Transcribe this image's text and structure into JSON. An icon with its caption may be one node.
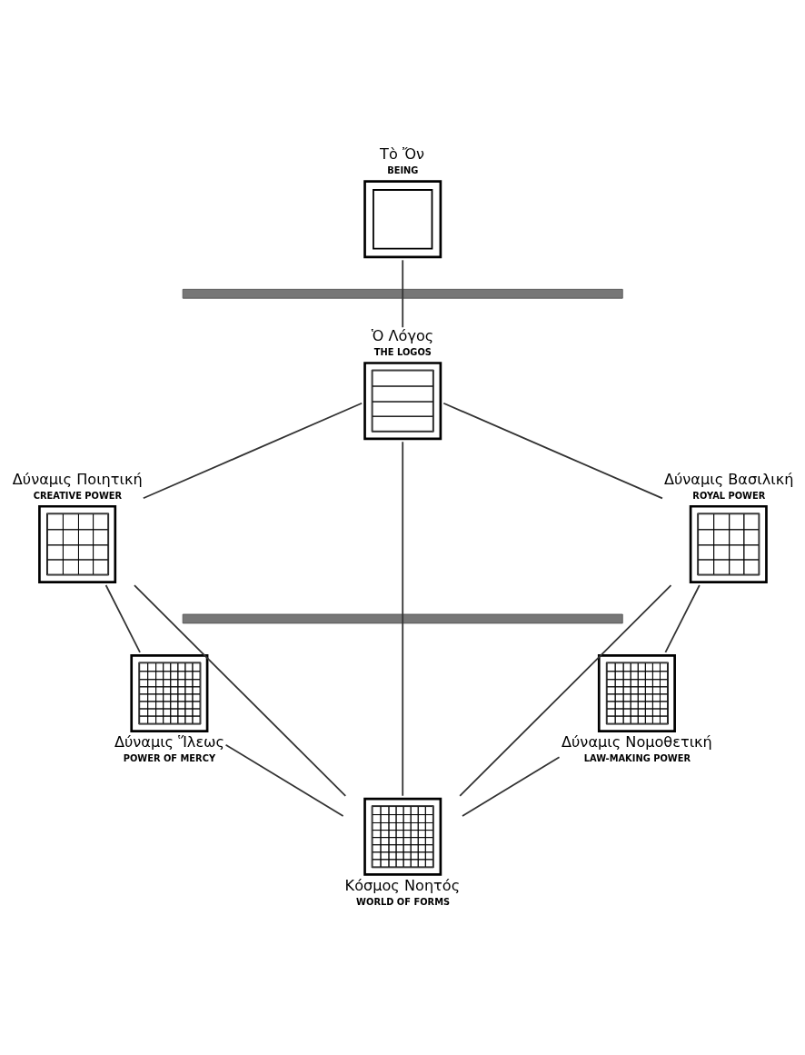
{
  "diagram": {
    "nodes": [
      {
        "text": [
          "Τὸ Ὄν",
          "BEING"
        ]
      },
      {
        "text": [],
        "shape": "bar"
      },
      {
        "text": [
          "Ὁ Λόγος",
          "THE LOGOS"
        ]
      },
      {
        "text": [
          "Δύναμις Ποιητική",
          "CREATIVE POWER"
        ]
      },
      {
        "text": [
          "Δύναμις Βασιλική",
          "ROYAL POWER"
        ]
      },
      {
        "text": [],
        "shape": "bar"
      },
      {
        "text": [
          "Δύναμις Ἵλεως",
          "POWER OF MERCY"
        ]
      },
      {
        "text": [
          "Δύναμις Νομοθετική",
          "LAW-MAKING POWER"
        ]
      },
      {
        "text": [
          "Κόσμος Νοητός",
          "WORLD OF FORMS"
        ]
      }
    ],
    "edges": [
      {
        "from": 0,
        "to": 2,
        "arrow": "none"
      },
      {
        "from": 2,
        "to": 3,
        "arrow": "none"
      },
      {
        "from": 2,
        "to": 4,
        "arrow": "none"
      },
      {
        "from": 2,
        "to": 8,
        "arrow": "none"
      },
      {
        "from": 3,
        "to": 6,
        "arrow": "none"
      },
      {
        "from": 3,
        "to": 8,
        "arrow": "none"
      },
      {
        "from": 4,
        "to": 7,
        "arrow": "none"
      },
      {
        "from": 4,
        "to": 8,
        "arrow": "none"
      },
      {
        "from": 6,
        "to": 8,
        "arrow": "none"
      },
      {
        "from": 7,
        "to": 8,
        "arrow": "none"
      }
    ]
  }
}
